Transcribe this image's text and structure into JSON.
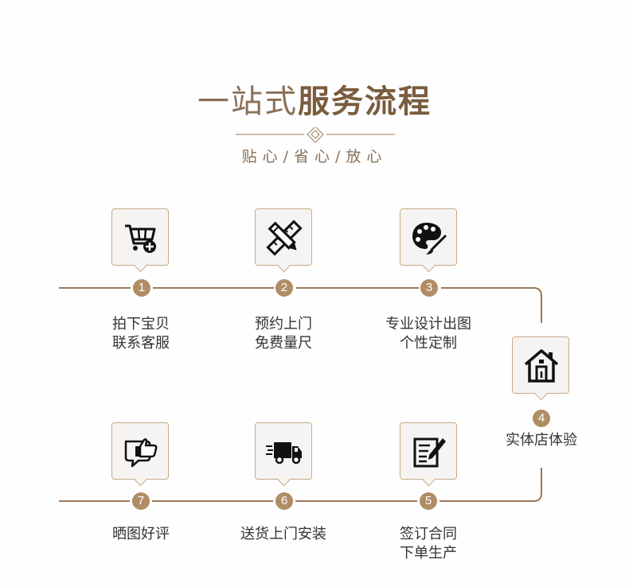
{
  "header": {
    "title_light": "一站式",
    "title_bold": "服务流程",
    "subtitle": "贴心/省心/放心"
  },
  "colors": {
    "accent": "#b08d64",
    "line": "#9a7a58",
    "card_bg": "#f5f4f2",
    "card_border": "#c8aa88",
    "text": "#333333"
  },
  "steps": [
    {
      "number": "1",
      "icon": "shopping-cart-icon",
      "lines": [
        "拍下宝贝",
        "联系客服"
      ]
    },
    {
      "number": "2",
      "icon": "ruler-pencil-icon",
      "lines": [
        "预约上门",
        "免费量尺"
      ]
    },
    {
      "number": "3",
      "icon": "palette-brush-icon",
      "lines": [
        "专业设计出图",
        "个性定制"
      ]
    },
    {
      "number": "4",
      "icon": "house-icon",
      "lines": [
        "实体店体验"
      ]
    },
    {
      "number": "5",
      "icon": "contract-pen-icon",
      "lines": [
        "签订合同",
        "下单生产"
      ]
    },
    {
      "number": "6",
      "icon": "delivery-truck-icon",
      "lines": [
        "送货上门安装"
      ]
    },
    {
      "number": "7",
      "icon": "thumbs-up-icon",
      "lines": [
        "晒图好评"
      ]
    }
  ]
}
